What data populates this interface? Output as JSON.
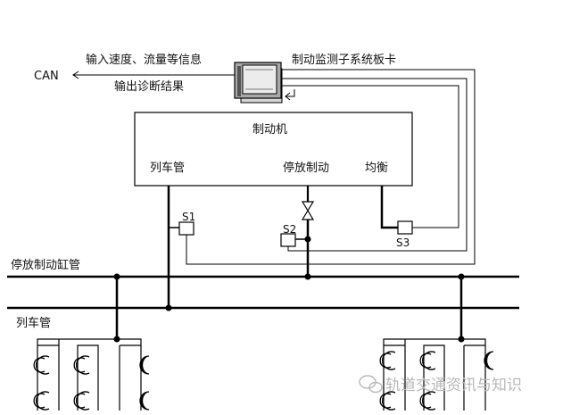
{
  "labels": {
    "can": "CAN",
    "input_info": "输入速度、流量等信息",
    "output_diag": "输出诊断结果",
    "board_card": "制动监测子系统板卡",
    "brake_machine": "制动机",
    "train_pipe_in": "列车管",
    "parking_brake_in": "停放制动",
    "equalizing": "均衡",
    "s1": "S1",
    "s2": "S2",
    "s3": "S3",
    "parking_cyl_pipe": "停放制动缸管",
    "train_pipe_line": "列车管"
  },
  "watermark": "轨道交通资讯与知识",
  "colors": {
    "line": "#000000",
    "box_fill": "#ffffff",
    "card_fill": "#a9a9a9",
    "watermark": "#b9b9b9"
  }
}
